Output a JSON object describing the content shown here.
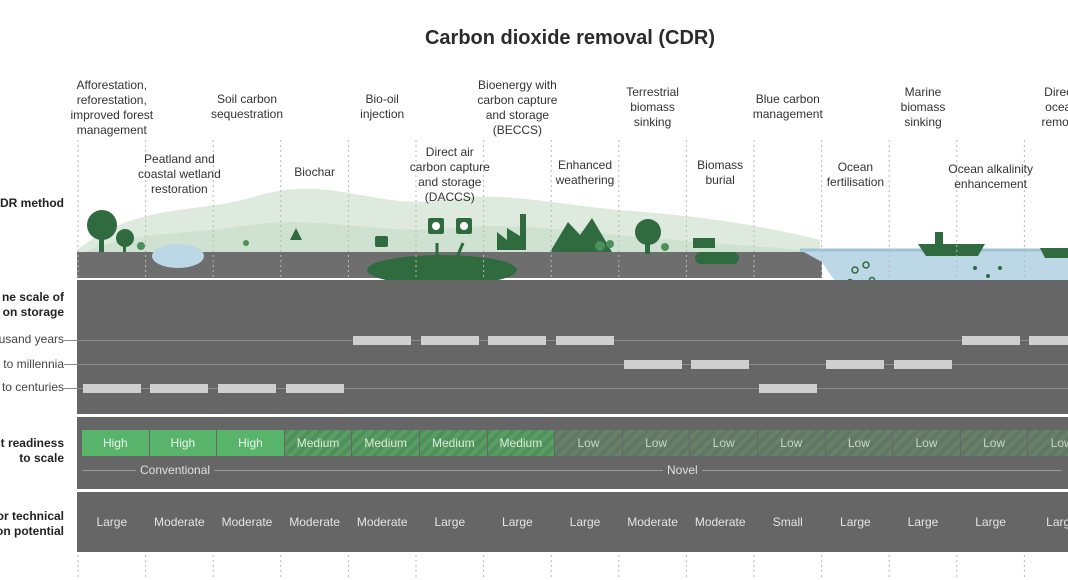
{
  "title": "Carbon dioxide removal (CDR)",
  "row_labels": {
    "method": "CDR method",
    "timescale": "Time scale of\ncarbon storage",
    "readiness": "Current readiness\nto scale",
    "potential": "Relative scale of potential for technical\nmitigation potential"
  },
  "row_labels_visible": {
    "method": "CDR method",
    "timescale_1": "ne scale of",
    "timescale_2": "on storage",
    "readiness_1": "t readiness",
    "readiness_2": "to scale",
    "potential_1": "or technical",
    "potential_2": "on potential"
  },
  "timescales": [
    "usand years",
    "to millennia",
    "to centuries"
  ],
  "group_labels": {
    "conventional": "Conventional",
    "novel": "Novel"
  },
  "methods": [
    {
      "name": "Afforestation,\nreforestation,\nimproved forest\nmanagement",
      "timescale": 2,
      "readiness": "High",
      "potential": "Large"
    },
    {
      "name": "Peatland and\ncoastal wetland\nrestoration",
      "timescale": 2,
      "readiness": "High",
      "potential": "Moderate"
    },
    {
      "name": "Soil carbon\nsequestration",
      "timescale": 2,
      "readiness": "High",
      "potential": "Moderate"
    },
    {
      "name": "Biochar",
      "timescale": 2,
      "readiness": "Medium",
      "potential": "Moderate"
    },
    {
      "name": "Bio-oil\ninjection",
      "timescale": 0,
      "readiness": "Medium",
      "potential": "Moderate"
    },
    {
      "name": "Direct air\ncarbon capture\nand storage\n(DACCS)",
      "timescale": 0,
      "readiness": "Medium",
      "potential": "Large"
    },
    {
      "name": "Bioenergy with\ncarbon capture\nand storage\n(BECCS)",
      "timescale": 0,
      "readiness": "Medium",
      "potential": "Large"
    },
    {
      "name": "Enhanced\nweathering",
      "timescale": 0,
      "readiness": "Low",
      "potential": "Large"
    },
    {
      "name": "Terrestrial\nbiomass\nsinking",
      "timescale": 1,
      "readiness": "Low",
      "potential": "Moderate"
    },
    {
      "name": "Biomass\nburial",
      "timescale": 1,
      "readiness": "Low",
      "potential": "Moderate"
    },
    {
      "name": "Blue carbon\nmanagement",
      "timescale": 2,
      "readiness": "Low",
      "potential": "Small"
    },
    {
      "name": "Ocean\nfertilisation",
      "timescale": 1,
      "readiness": "Low",
      "potential": "Large"
    },
    {
      "name": "Marine\nbiomass\nsinking",
      "timescale": 1,
      "readiness": "Low",
      "potential": "Large"
    },
    {
      "name": "Ocean alkalinity\nenhancement",
      "timescale": 0,
      "readiness": "Low",
      "potential": "Large"
    },
    {
      "name": "Direc\nocea\nremov",
      "timescale": 0,
      "readiness": "Low",
      "potential": "Larg"
    }
  ],
  "colors": {
    "band": "#666666",
    "high": "#58b46a",
    "medium": "#4f8f59",
    "low": "#5f7763",
    "bar": "#cfcfcf",
    "tree": "#2f6b3f",
    "water": "#bcd7e6"
  }
}
